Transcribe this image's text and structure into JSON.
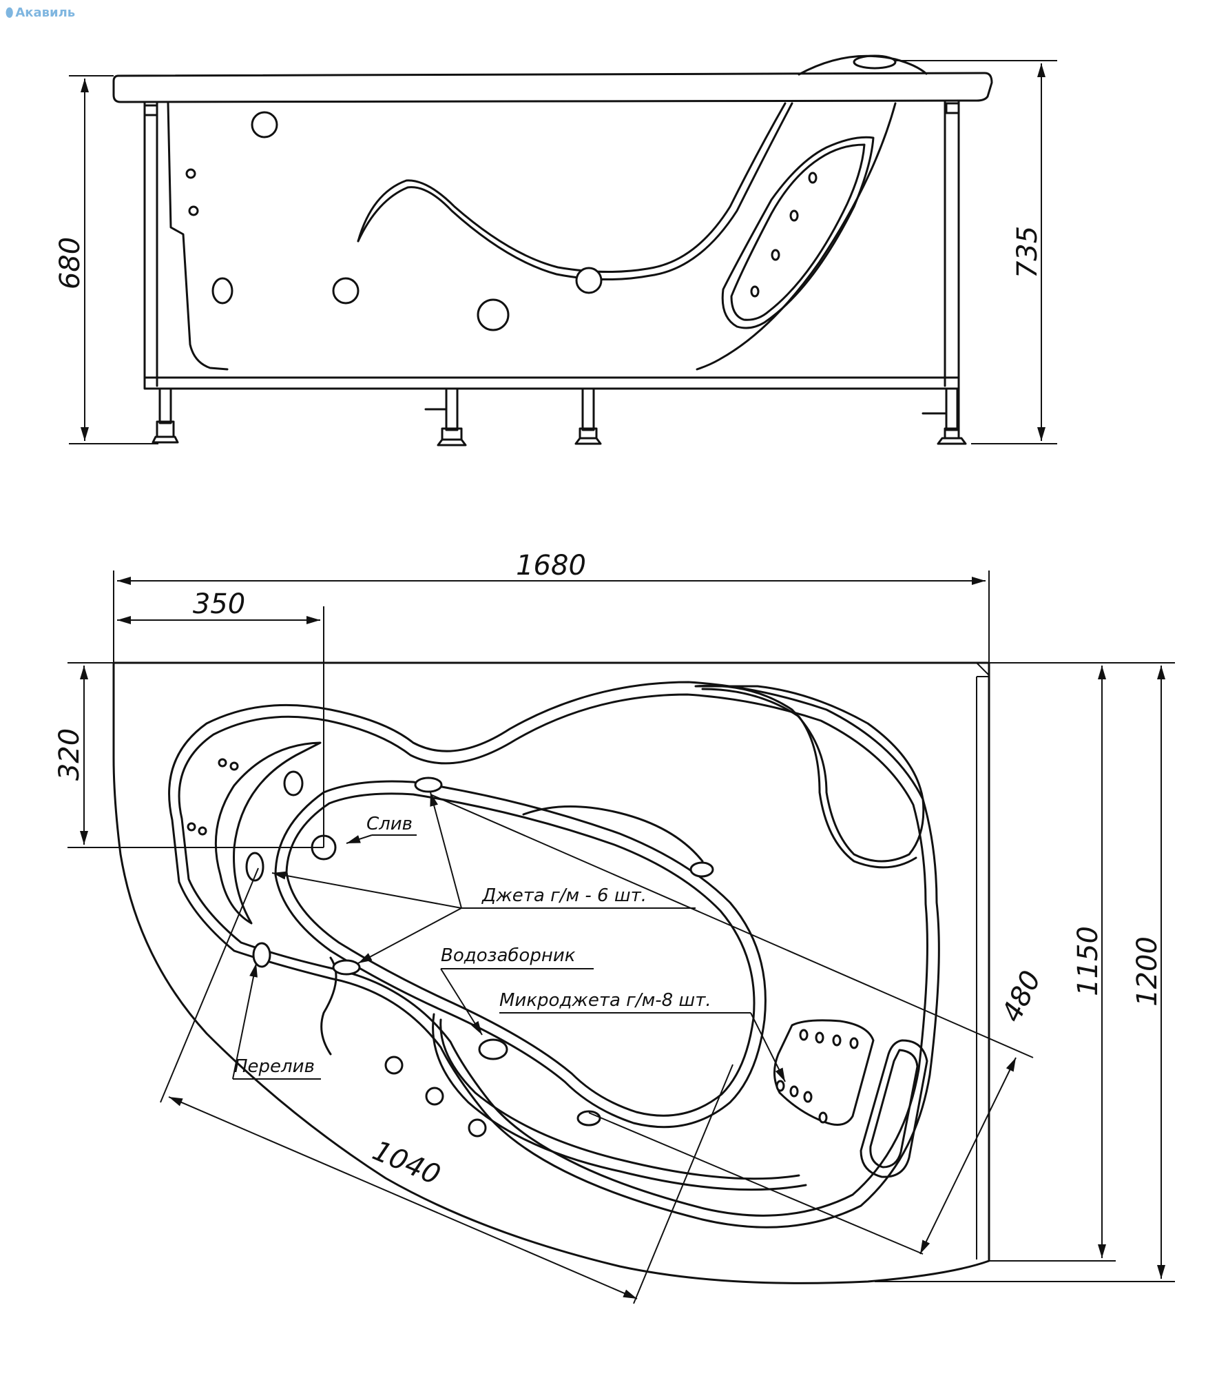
{
  "watermark": {
    "text": "Акавиль",
    "icon": "drop-icon"
  },
  "side_view": {
    "dimensions": {
      "height_left": "680",
      "height_right": "735"
    }
  },
  "top_view": {
    "dimensions": {
      "overall_length": "1680",
      "drain_offset_x": "350",
      "drain_offset_y": "320",
      "inner_length": "1150",
      "overall_width": "1200",
      "diagonal_width": "480",
      "diagonal_length": "1040"
    },
    "callouts": {
      "drain": "Слив",
      "jets": "Джета г/м - 6 шт.",
      "water_intake": "Водозаборник",
      "microjets": "Микроджета г/м-8 шт.",
      "overflow": "Перелив"
    }
  },
  "colors": {
    "line": "#111111",
    "watermark": "#7fb6e0"
  }
}
